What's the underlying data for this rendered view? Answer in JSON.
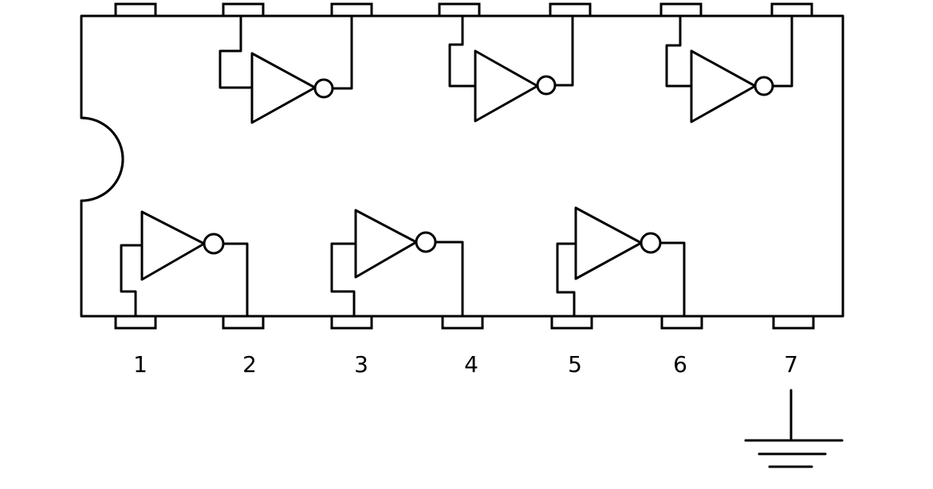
{
  "pins": {
    "bottom": [
      "1",
      "2",
      "3",
      "4",
      "5",
      "6",
      "7"
    ]
  },
  "colors": {
    "ink": "#000000",
    "background": "#ffffff"
  },
  "symbols": [
    "inverter-gate",
    "ground-symbol",
    "ic-notch"
  ]
}
